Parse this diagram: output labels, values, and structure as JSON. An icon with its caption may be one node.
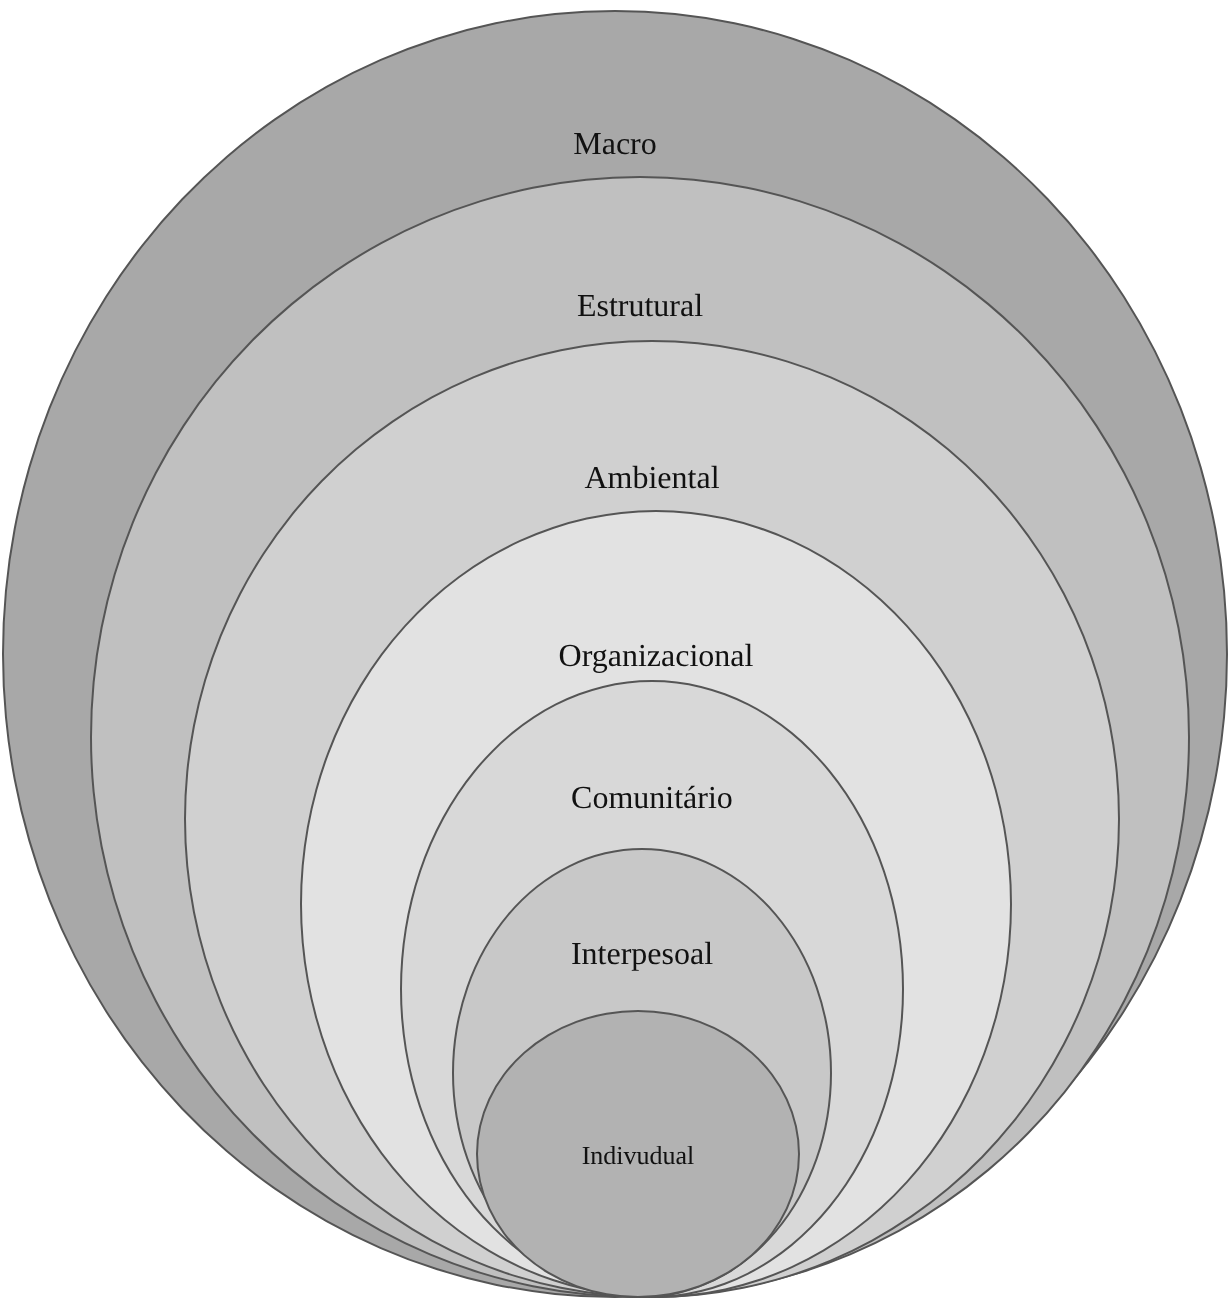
{
  "diagram": {
    "nodes": [
      {
        "text": [
          "Macro"
        ]
      },
      {
        "text": [
          "Estrutural"
        ],
        "in": 0
      },
      {
        "text": [
          "Ambiental"
        ],
        "in": 1
      },
      {
        "text": [
          "Organizacional"
        ],
        "in": 2
      },
      {
        "text": [
          "Comunitário"
        ],
        "in": 3
      },
      {
        "text": [
          "Interpesoal"
        ],
        "in": 4
      },
      {
        "text": [
          "Indivudual"
        ],
        "in": 5
      }
    ]
  }
}
